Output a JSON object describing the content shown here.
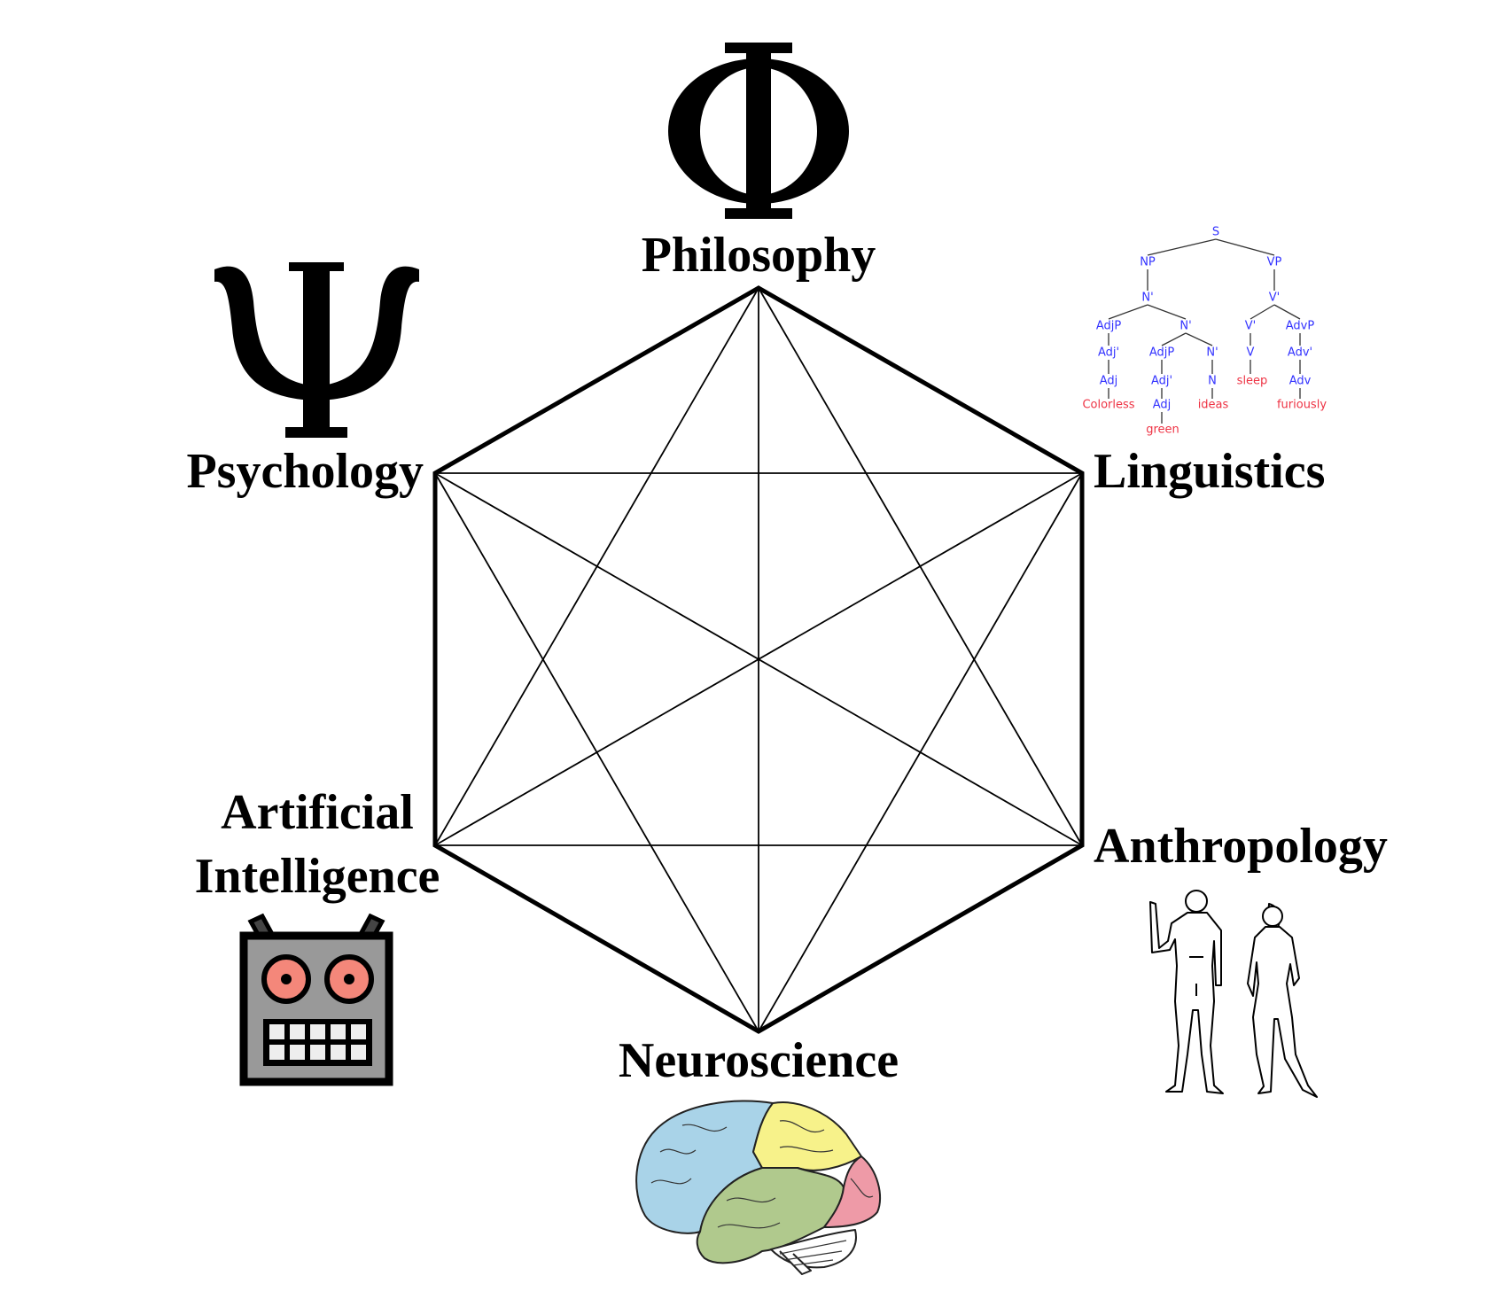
{
  "diagram": {
    "title": "Cognitive science hexagon",
    "nodes": {
      "philosophy": {
        "label": "Philosophy",
        "symbol": "Φ"
      },
      "psychology": {
        "label": "Psychology",
        "symbol": "Ψ"
      },
      "linguistics": {
        "label": "Linguistics"
      },
      "anthropology": {
        "label": "Anthropology"
      },
      "neuroscience": {
        "label": "Neuroscience"
      },
      "ai": {
        "label_line1": "Artificial",
        "label_line2": "Intelligence"
      }
    },
    "syntax_tree": {
      "categories": {
        "S": "S",
        "NP": "NP",
        "VP": "VP",
        "Nbar1": "N'",
        "Vbar1": "V'",
        "AdjP1": "AdjP",
        "Nbar2": "N'",
        "Vbar2": "V'",
        "AdvP": "AdvP",
        "Adjbar1": "Adj'",
        "AdjP2": "AdjP",
        "Nbar3": "N'",
        "V": "V",
        "Advbar": "Adv'",
        "Adj1": "Adj",
        "Adjbar2": "Adj'",
        "N": "N",
        "Adv": "Adv",
        "Adj2": "Adj"
      },
      "words": {
        "colorless": "Colorless",
        "green": "green",
        "ideas": "ideas",
        "sleep": "sleep",
        "furiously": "furiously"
      }
    },
    "colors": {
      "tree_category": "#3333ff",
      "tree_word": "#ee3344",
      "robot_body": "#999999",
      "robot_eye": "#f4877a",
      "brain_frontal": "#a9d3e8",
      "brain_parietal": "#f7f28a",
      "brain_temporal": "#b0c98d",
      "brain_occipital": "#ee9aa7"
    }
  }
}
